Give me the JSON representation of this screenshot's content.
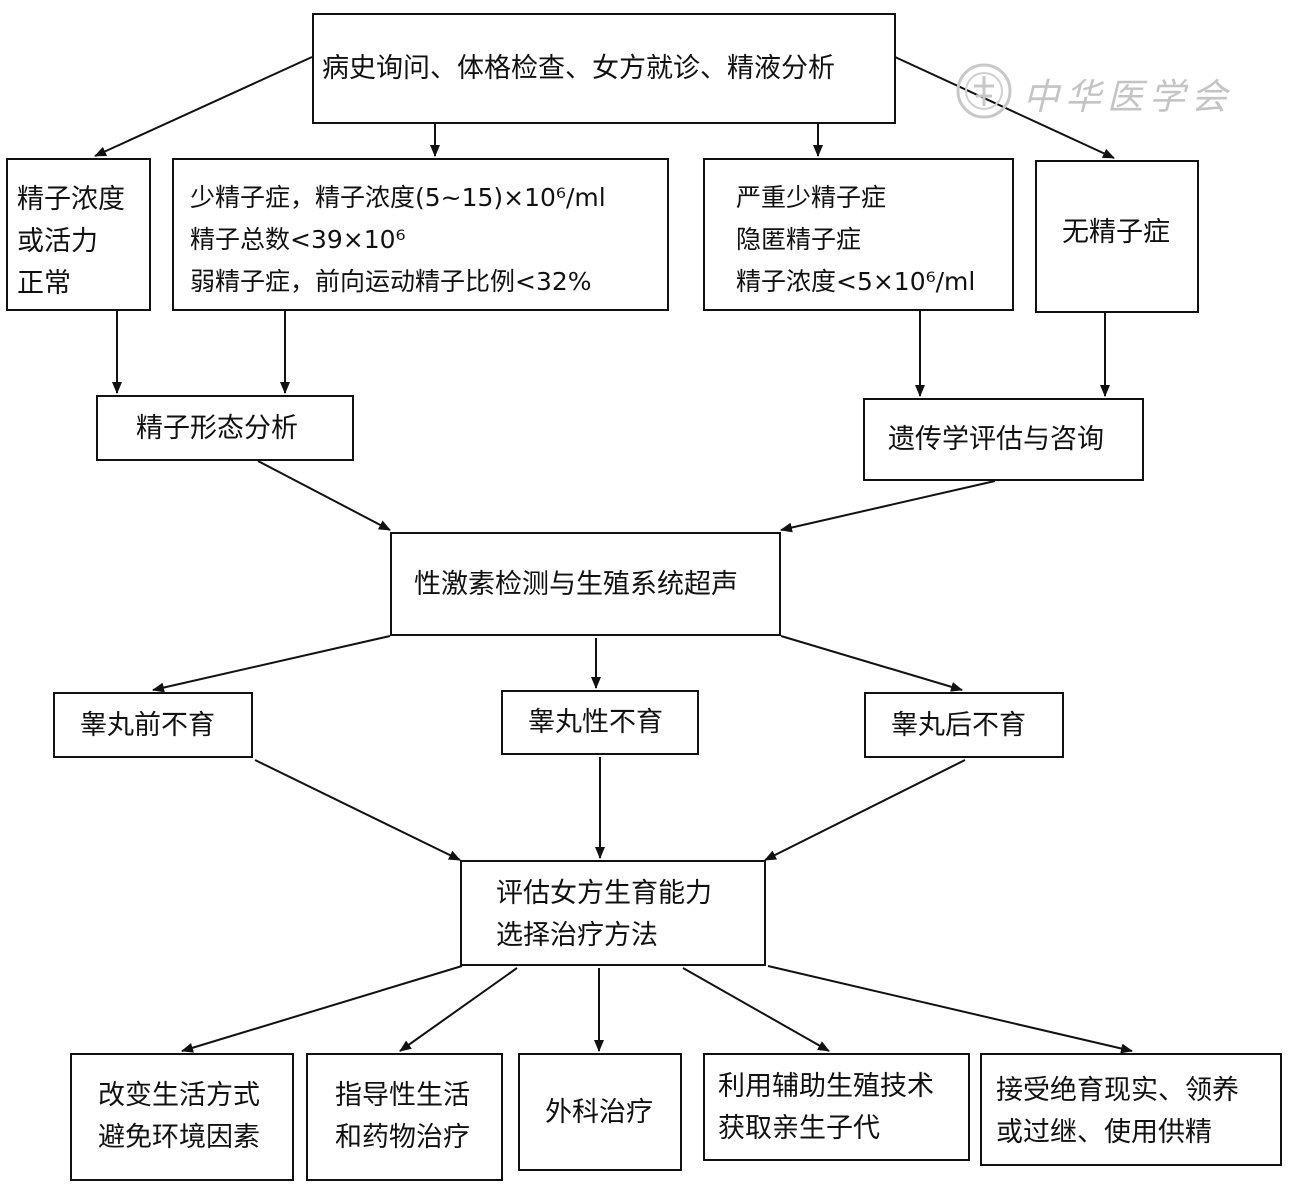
{
  "nodes": {
    "history": [
      "病史询问、体格检查、女方就诊、精液分析"
    ],
    "normal": [
      "精子浓度",
      "或活力",
      "正常"
    ],
    "oligo": [
      "少精子症，精子浓度(5~15)×10⁶/ml",
      "精子总数<39×10⁶",
      "弱精子症，前向运动精子比例<32%"
    ],
    "severe": [
      "严重少精子症",
      "隐匿精子症",
      "精子浓度<5×10⁶/ml"
    ],
    "azoo": [
      "无精子症"
    ],
    "morph": [
      "精子形态分析"
    ],
    "genetic": [
      "遗传学评估与咨询"
    ],
    "hormone": [
      "性激素检测与生殖系统超声"
    ],
    "pretest": [
      "睾丸前不育"
    ],
    "testic": [
      "睾丸性不育"
    ],
    "posttest": [
      "睾丸后不育"
    ],
    "assess": [
      "评估女方生育能力",
      "选择治疗方法"
    ],
    "lifestyle": [
      "改变生活方式",
      "避免环境因素"
    ],
    "guided": [
      "指导性生活",
      "和药物治疗"
    ],
    "surgery": [
      "外科治疗"
    ],
    "art": [
      "利用辅助生殖技术",
      "获取亲生子代"
    ],
    "accept": [
      "接受绝育现实、领养",
      "或过继、使用供精"
    ]
  },
  "watermark": {
    "text": "中华医学会"
  }
}
